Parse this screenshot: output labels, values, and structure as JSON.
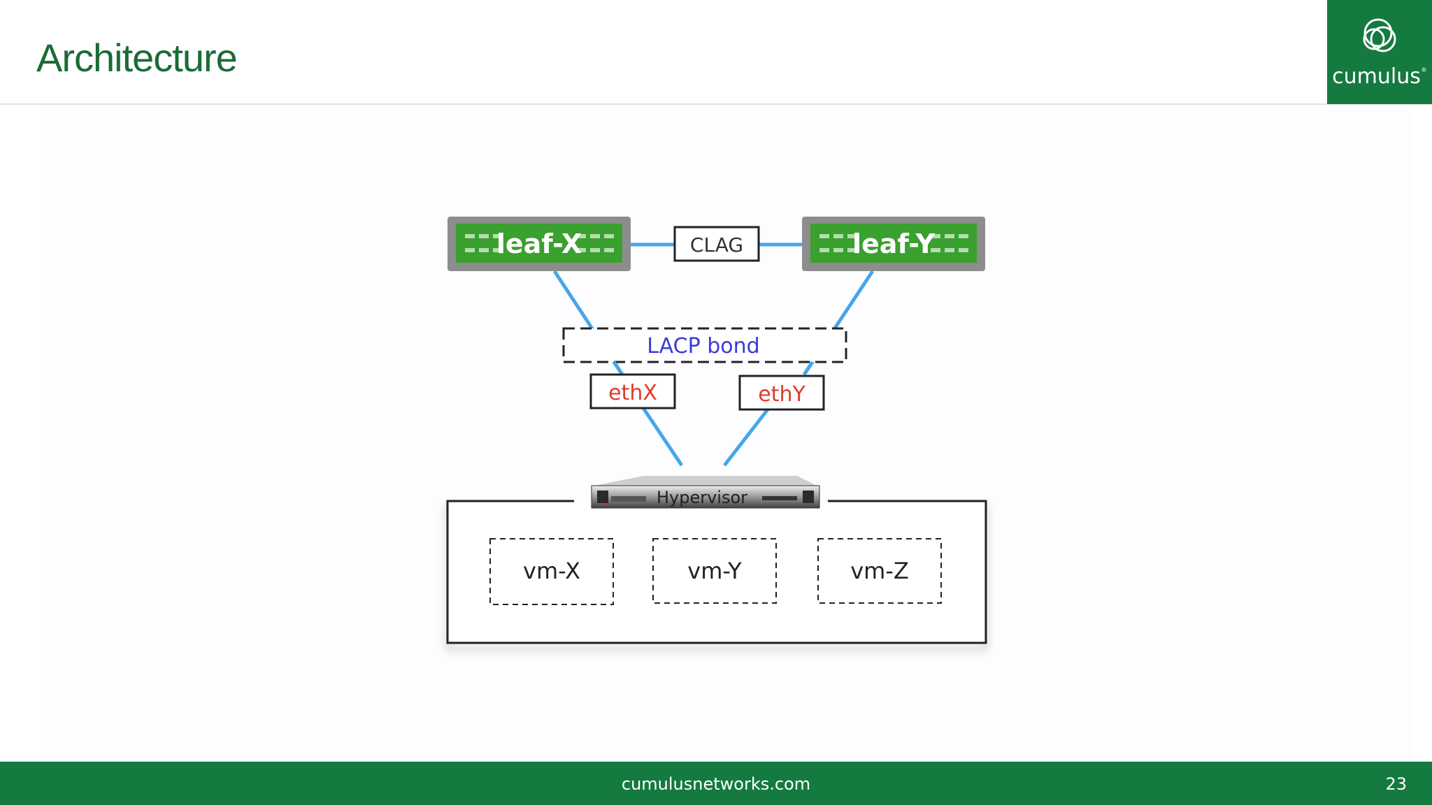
{
  "slide": {
    "title": "Architecture",
    "brand": "cumulus",
    "brand_mark": "®",
    "footer_url": "cumulusnetworks.com",
    "page_number": "23"
  },
  "diagram": {
    "leaf_x": "leaf-X",
    "leaf_y": "leaf-Y",
    "clag": "CLAG",
    "lacp_bond": "LACP bond",
    "eth_x": "ethX",
    "eth_y": "ethY",
    "hypervisor": "Hypervisor",
    "vms": [
      "vm-X",
      "vm-Y",
      "vm-Z"
    ]
  },
  "colors": {
    "brand_green": "#147a3f",
    "title_green": "#1a6b35",
    "switch_green": "#3aa02f",
    "link_blue": "#45a6ea",
    "lacp_text": "#3a3ad8",
    "eth_text": "#e03b2c"
  },
  "icons": [
    "cumulus-logo-icon",
    "switch-icon",
    "server-icon"
  ]
}
